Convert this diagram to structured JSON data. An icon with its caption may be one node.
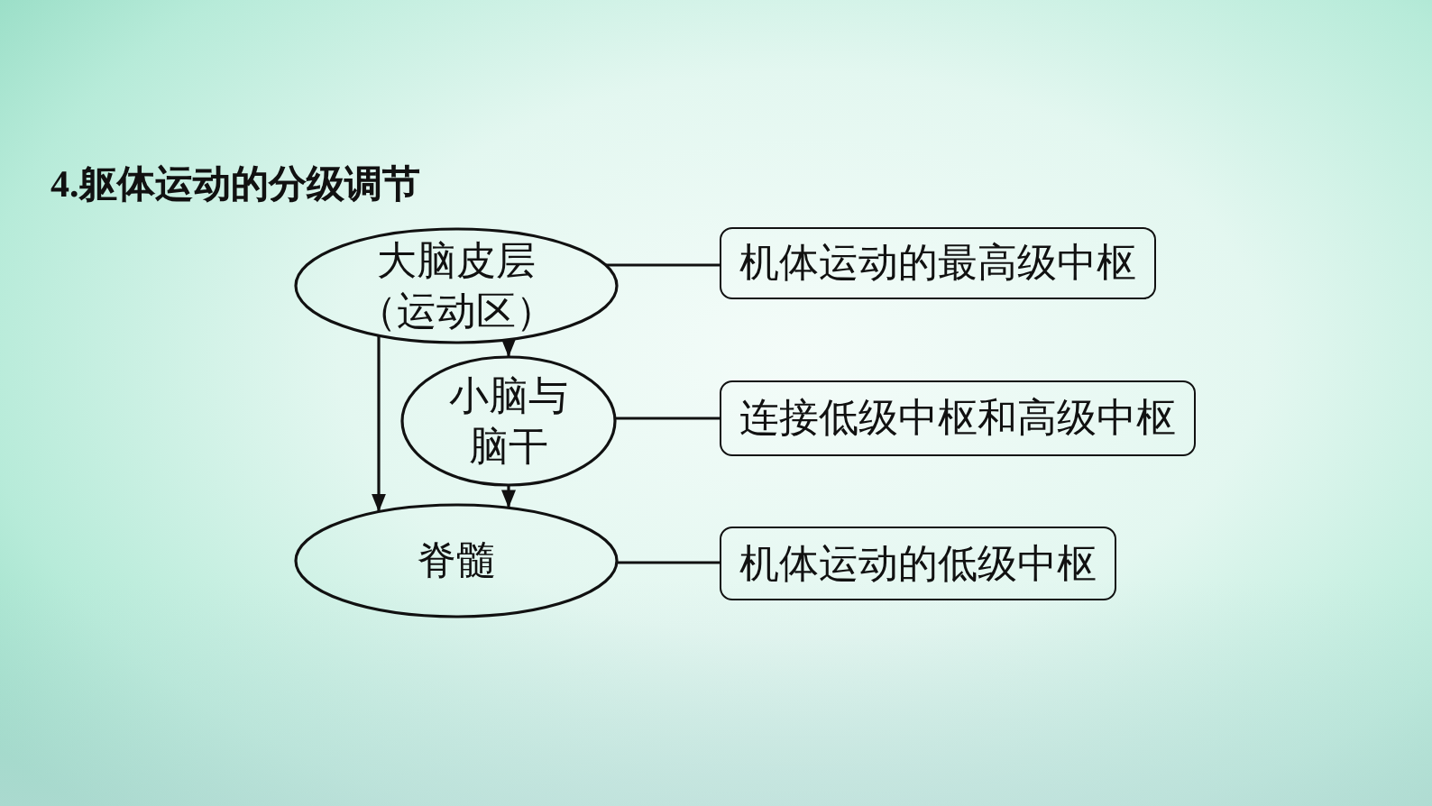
{
  "diagram": {
    "title": "4.躯体运动的分级调节",
    "nodes": [
      {
        "text": [
          "大脑皮层（运动区）"
        ]
      },
      {
        "text": [
          "机体运动的最高级中枢"
        ]
      },
      {
        "text": [
          "小脑与脑干"
        ]
      },
      {
        "text": [
          "连接低级中枢和高级中枢"
        ]
      },
      {
        "text": [
          "脊髓"
        ]
      },
      {
        "text": [
          "机体运动的低级中枢"
        ]
      }
    ],
    "edges": [
      {
        "from": 0,
        "to": 1,
        "arrow": "none"
      },
      {
        "from": 0,
        "to": 2,
        "arrow": "to"
      },
      {
        "from": 0,
        "to": 4,
        "arrow": "to"
      },
      {
        "from": 2,
        "to": 3,
        "arrow": "none"
      },
      {
        "from": 2,
        "to": 4,
        "arrow": "to"
      },
      {
        "from": 4,
        "to": 5,
        "arrow": "none"
      }
    ]
  }
}
